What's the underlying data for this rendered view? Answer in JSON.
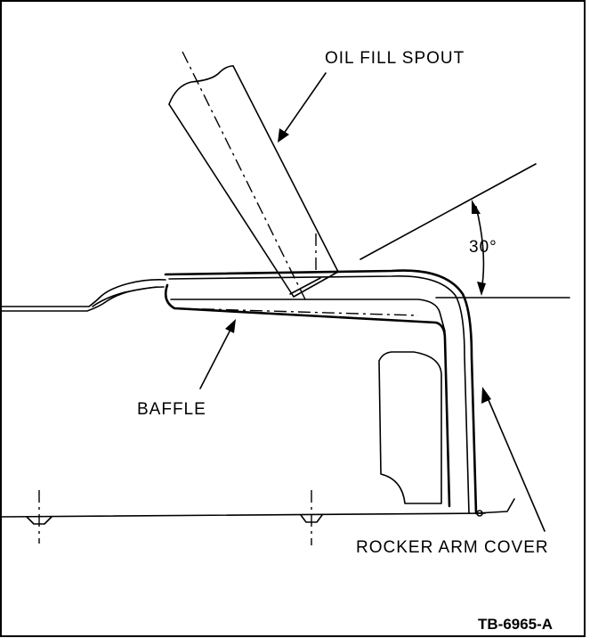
{
  "labels": {
    "oil_fill_spout": "OIL FILL SPOUT",
    "baffle": "BAFFLE",
    "rocker_arm_cover": "ROCKER ARM COVER",
    "angle": "30°"
  },
  "figure_ref": "TB-6965-A"
}
